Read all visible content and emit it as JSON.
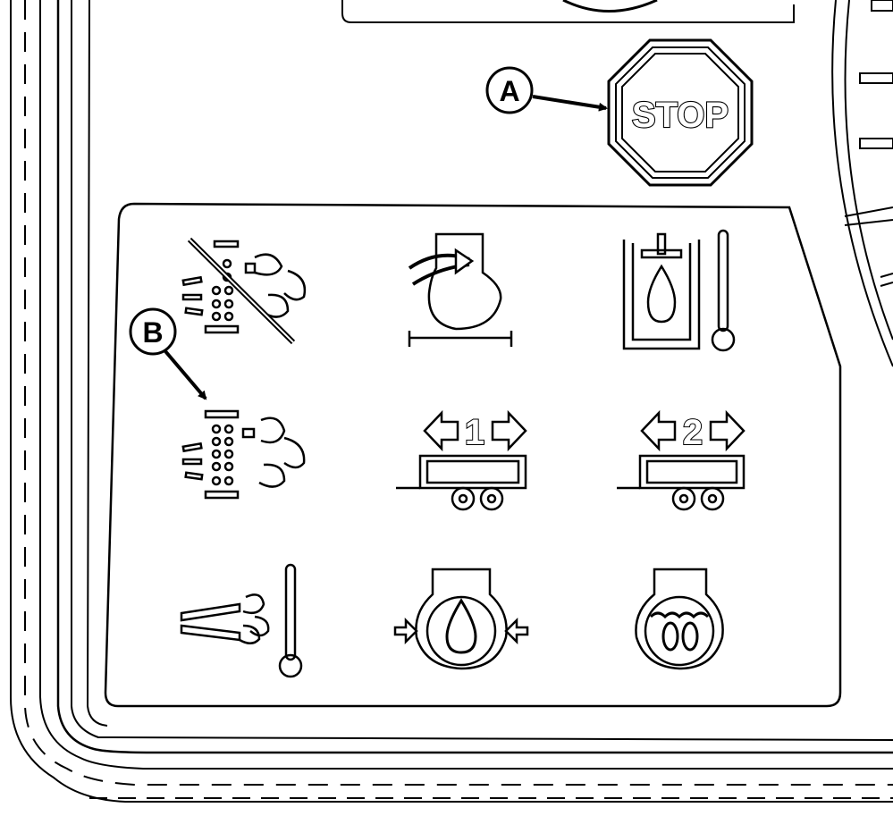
{
  "callouts": [
    {
      "label": "A"
    },
    {
      "label": "B"
    }
  ],
  "stop_sign": {
    "text": "STOP"
  },
  "indicators": [
    {
      "icon": "dpf-regeneration-disabled-icon"
    },
    {
      "icon": "air-filter-restriction-icon"
    },
    {
      "icon": "hydraulic-oil-temperature-icon"
    },
    {
      "icon": "dpf-regeneration-icon"
    },
    {
      "icon": "implement-1-icon",
      "number": "1"
    },
    {
      "icon": "implement-2-icon",
      "number": "2"
    },
    {
      "icon": "exhaust-temperature-icon"
    },
    {
      "icon": "engine-oil-pressure-icon"
    },
    {
      "icon": "glow-plug-icon"
    }
  ],
  "colors": {
    "ink": "#000000",
    "panel": "#ffffff"
  }
}
